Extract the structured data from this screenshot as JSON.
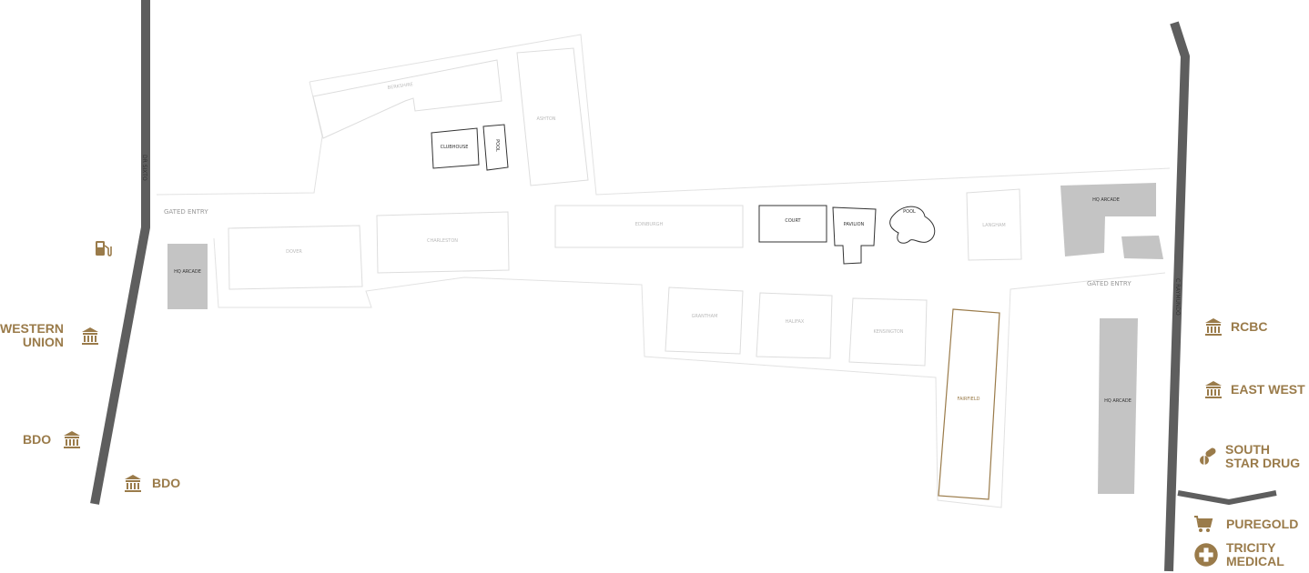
{
  "colors": {
    "road": "#5e5e5e",
    "accent": "#9a7b4a",
    "arcade_fill": "#c4c4c4",
    "outline": "#dddddd",
    "amenity_outline": "#333333",
    "highlight_outline": "#9a7b4a",
    "label": "#bbbbbb"
  },
  "roads": {
    "west": "DR SIXTO",
    "east": "C RAYMUNDO"
  },
  "entries": {
    "west": "GATED ENTRY",
    "east": "GATED ENTRY"
  },
  "buildings": {
    "berkshire": "BERKSHIRE",
    "ashton": "ASHTON",
    "clubhouse": "CLUBHOUSE",
    "pool_1": "POOL",
    "dover": "DOVER",
    "charleston": "CHARLESTON",
    "edinburgh": "EDINBURGH",
    "court": "COURT",
    "pavilion": "PAVILION",
    "pool_2": "POOL",
    "langham": "LANGHAM",
    "hq_arcade_top": "HQ ARCADE",
    "hq_arcade_west": "HQ ARCADE",
    "hq_arcade_east": "HQ ARCADE",
    "grantham": "GRANTHAM",
    "halifax": "HALIFAX",
    "kensington": "KENSINGTON",
    "fairfield": "FAIRFIELD"
  },
  "landmarks": {
    "fuel": {
      "icon": "fuel-pump-icon"
    },
    "western_union": {
      "line1": "WESTERN",
      "line2": "UNION",
      "icon": "bank-icon"
    },
    "bdo_1": {
      "label": "BDO",
      "icon": "bank-icon"
    },
    "bdo_2": {
      "label": "BDO",
      "icon": "bank-icon"
    },
    "rcbc": {
      "label": "RCBC",
      "icon": "bank-icon"
    },
    "east_west": {
      "label": "EAST WEST",
      "icon": "bank-icon"
    },
    "south_star_drug": {
      "line1": "SOUTH",
      "line2": "STAR DRUG",
      "icon": "pills-icon"
    },
    "puregold": {
      "label": "PUREGOLD",
      "icon": "cart-icon"
    },
    "tricity_medical": {
      "line1": "TRICITY",
      "line2": "MEDICAL",
      "icon": "medical-cross-icon"
    }
  }
}
